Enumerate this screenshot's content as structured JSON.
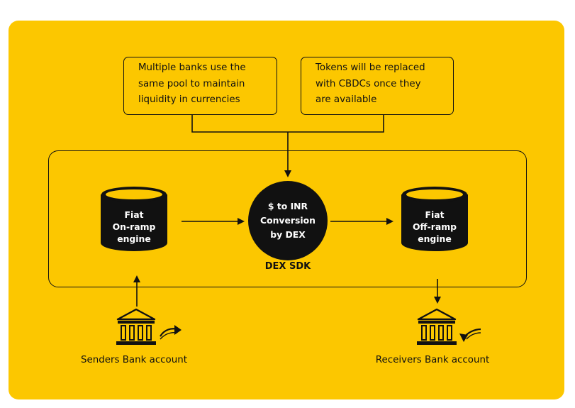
{
  "notes": {
    "left": "Multiple banks use the\nsame pool to maintain\nliquidity in currencies",
    "right": "Tokens will be replaced\nwith CBDCs once they\nare available"
  },
  "sdk": {
    "label": "DEX SDK"
  },
  "nodes": {
    "onramp": "Fiat\nOn-ramp\nengine",
    "dex": "$ to INR\nConversion\nby DEX",
    "offramp": "Fiat\nOff-ramp\nengine"
  },
  "banks": {
    "sender": "Senders Bank account",
    "receiver": "Receivers Bank account"
  },
  "icons": {
    "database": "database-icon",
    "bank": "bank-building-icon",
    "transfer": "curved-arrow-icon"
  },
  "colors": {
    "background": "#fcc700",
    "ink": "#111111",
    "node_text": "#ffffff"
  }
}
